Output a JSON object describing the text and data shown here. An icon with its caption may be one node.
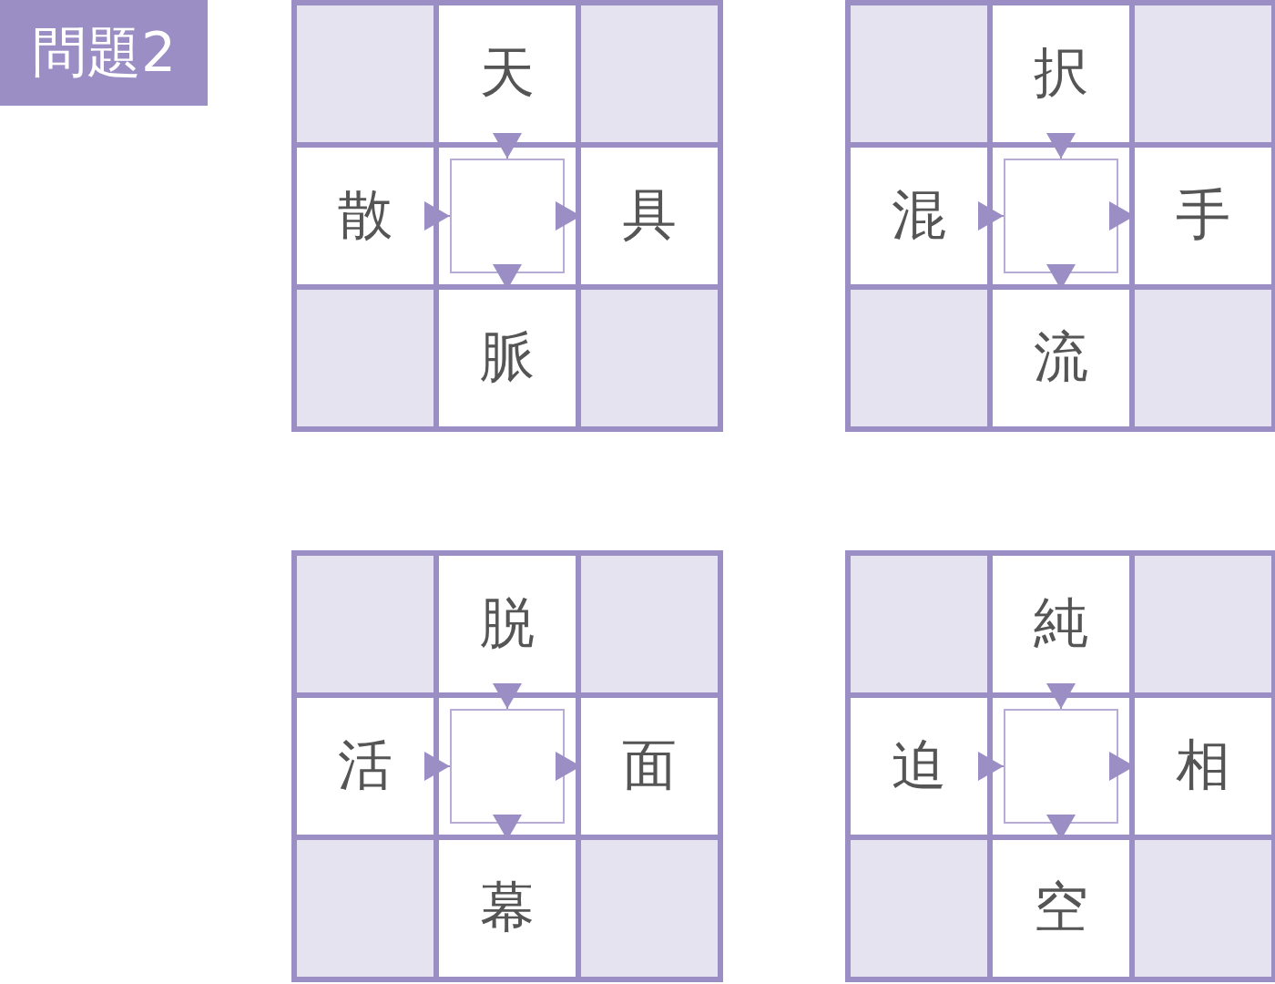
{
  "diagram": {
    "nodes": [
      {
        "text": [],
        "shape": "box"
      },
      {
        "text": [
          "天"
        ],
        "in": 0
      },
      {
        "text": [
          "散"
        ],
        "in": 0
      },
      {
        "text": [],
        "shape": "box",
        "in": 0
      },
      {
        "text": [
          "具"
        ],
        "in": 0
      },
      {
        "text": [
          "脈"
        ],
        "in": 0
      },
      {
        "text": [],
        "shape": "box"
      },
      {
        "text": [
          "択"
        ],
        "in": 6
      },
      {
        "text": [
          "混"
        ],
        "in": 6
      },
      {
        "text": [],
        "shape": "box",
        "in": 6
      },
      {
        "text": [
          "手"
        ],
        "in": 6
      },
      {
        "text": [
          "流"
        ],
        "in": 6
      },
      {
        "text": [],
        "shape": "box"
      },
      {
        "text": [
          "脱"
        ],
        "in": 12
      },
      {
        "text": [
          "活"
        ],
        "in": 12
      },
      {
        "text": [],
        "shape": "box",
        "in": 12
      },
      {
        "text": [
          "面"
        ],
        "in": 12
      },
      {
        "text": [
          "幕"
        ],
        "in": 12
      },
      {
        "text": [],
        "shape": "box"
      },
      {
        "text": [
          "純"
        ],
        "in": 18
      },
      {
        "text": [
          "迫"
        ],
        "in": 18
      },
      {
        "text": [],
        "shape": "box",
        "in": 18
      },
      {
        "text": [
          "相"
        ],
        "in": 18
      },
      {
        "text": [
          "空"
        ],
        "in": 18
      }
    ],
    "edges": [
      {
        "from": 1,
        "to": 3,
        "arrow": "to"
      },
      {
        "from": 2,
        "to": 3,
        "arrow": "to"
      },
      {
        "from": 3,
        "to": 4,
        "arrow": "to"
      },
      {
        "from": 3,
        "to": 5,
        "arrow": "to"
      },
      {
        "from": 7,
        "to": 9,
        "arrow": "to"
      },
      {
        "from": 8,
        "to": 9,
        "arrow": "to"
      },
      {
        "from": 9,
        "to": 10,
        "arrow": "to"
      },
      {
        "from": 9,
        "to": 11,
        "arrow": "to"
      },
      {
        "from": 13,
        "to": 15,
        "arrow": "to"
      },
      {
        "from": 14,
        "to": 15,
        "arrow": "to"
      },
      {
        "from": 15,
        "to": 16,
        "arrow": "to"
      },
      {
        "from": 15,
        "to": 17,
        "arrow": "to"
      },
      {
        "from": 19,
        "to": 21,
        "arrow": "to"
      },
      {
        "from": 20,
        "to": 21,
        "arrow": "to"
      },
      {
        "from": 21,
        "to": 22,
        "arrow": "to"
      },
      {
        "from": 21,
        "to": 23,
        "arrow": "to"
      }
    ],
    "labels": [
      "問題2"
    ]
  }
}
